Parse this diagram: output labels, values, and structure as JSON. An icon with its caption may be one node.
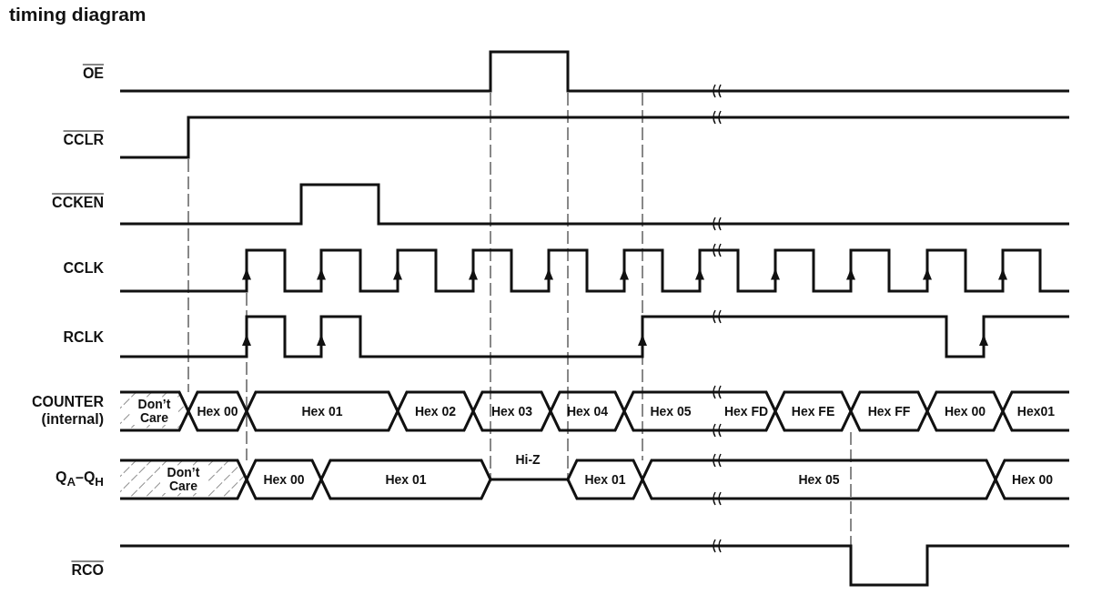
{
  "diagram": {
    "title": "timing diagram",
    "nodes": [
      {
        "text": [
          "Don’t Care"
        ]
      },
      {
        "text": [
          "Hex 00"
        ]
      },
      {
        "text": [
          "Hex 01"
        ]
      },
      {
        "text": [
          "Hex 02"
        ]
      },
      {
        "text": [
          "Hex 03"
        ]
      },
      {
        "text": [
          "Hex 04"
        ]
      },
      {
        "text": [
          "Hex 05"
        ]
      },
      {
        "text": [
          "Hex FD"
        ]
      },
      {
        "text": [
          "Hex FE"
        ]
      },
      {
        "text": [
          "Hex FF"
        ]
      },
      {
        "text": [
          "Hex 00"
        ]
      },
      {
        "text": [
          "Hex01"
        ]
      },
      {
        "text": [
          "Don’t Care"
        ]
      },
      {
        "text": [
          "Hex 00"
        ]
      },
      {
        "text": [
          "Hex 01"
        ]
      },
      {
        "text": [
          "Hex 01"
        ]
      },
      {
        "text": [
          "Hex 05"
        ]
      },
      {
        "text": [
          "Hex 00"
        ]
      }
    ],
    "edges": [],
    "labels": [
      "OE",
      "CCLR",
      "CCKEN",
      "CCLK",
      "RCLK",
      "COUNTER (internal)",
      "Q$_{A}$–Q$_{H}$",
      "Hi-Z",
      "RCO"
    ]
  }
}
